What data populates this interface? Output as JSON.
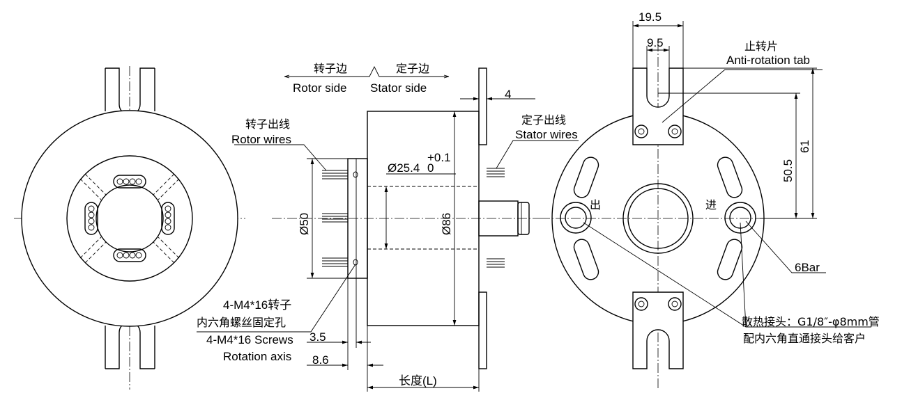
{
  "labels": {
    "rotor_side_cn": "转子边",
    "stator_side_cn": "定子边",
    "rotor_side": "Rotor side",
    "stator_side": "Stator side",
    "rotor_wires_cn": "转子出线",
    "rotor_wires": "Rotor wires",
    "stator_wires_cn": "定子出线",
    "stator_wires": "Stator wires",
    "screws_cn_1": "4-M4*16转子",
    "screws_cn_2": "内六角螺丝固定孔",
    "screws": "4-M4*16 Screws",
    "rotation_axis": "Rotation axis",
    "anti_rotation_cn": "止转片",
    "anti_rotation": "Anti-rotation tab",
    "outlet_cn": "出",
    "inlet_cn": "进",
    "pressure": "6Bar",
    "fitting_cn_1": "散热接头：G1/8″-φ8mm管",
    "fitting_cn_2": "配内六角直通接头给客户"
  },
  "dimensions": {
    "flange_thickness": "4",
    "bore_dia": "Ø25.4",
    "bore_tol_upper": "+0.1",
    "bore_tol_lower": "0",
    "rotor_dia": "Ø50",
    "body_dia": "Ø86",
    "dim_3_5": "3.5",
    "dim_8_6": "8.6",
    "length": "长度(L)",
    "tab_width": "19.5",
    "slot_width": "9.5",
    "dim_50_5": "50.5",
    "dim_61": "61"
  }
}
